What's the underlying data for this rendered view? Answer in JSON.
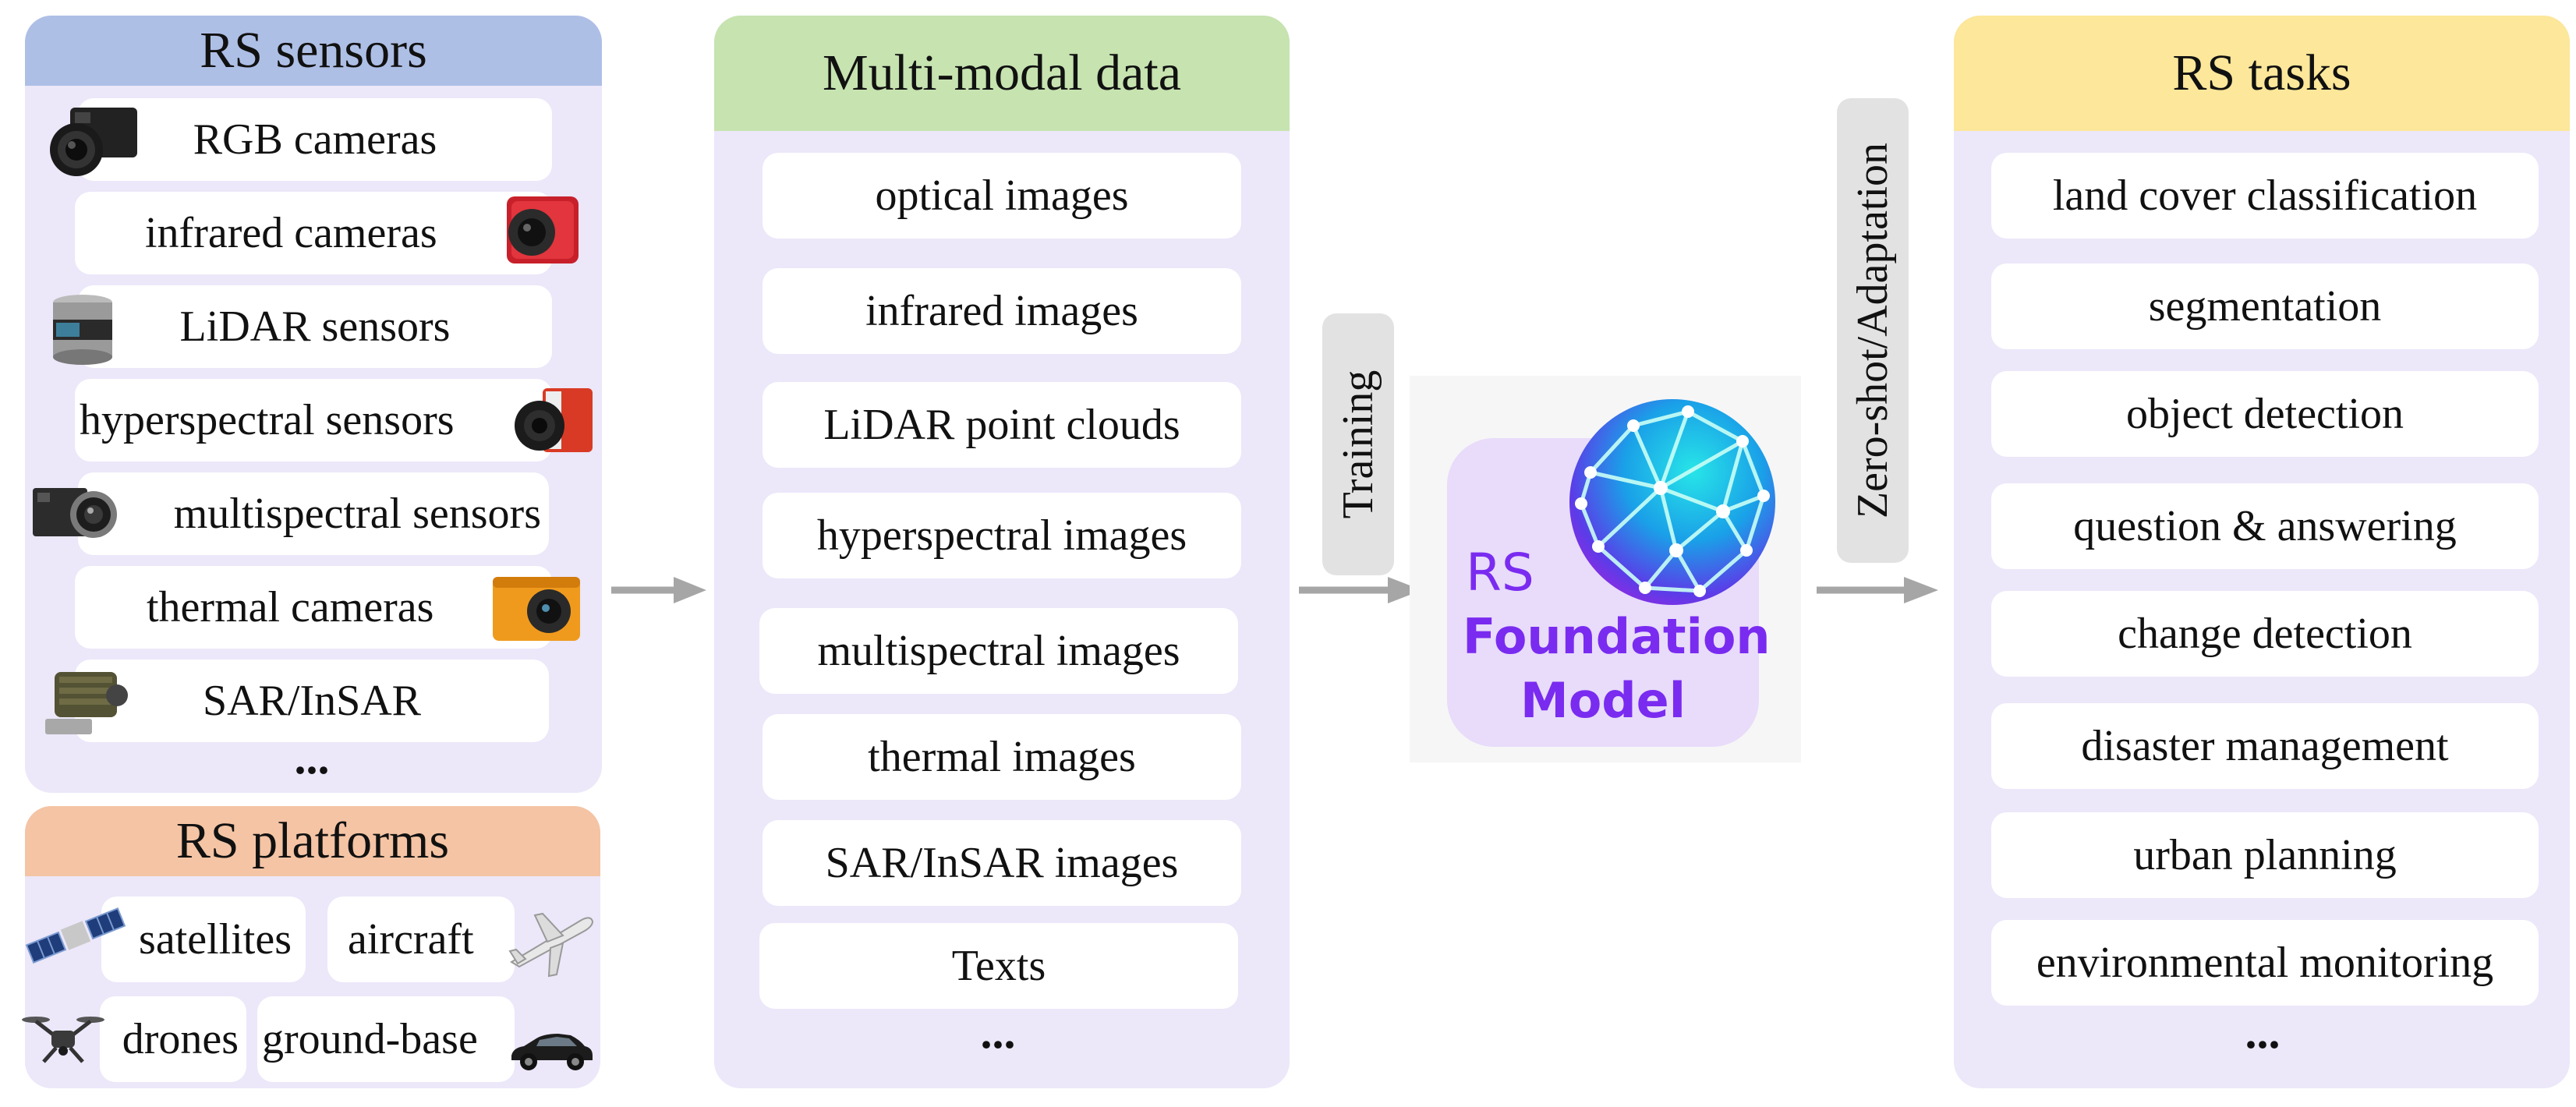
{
  "sensors": {
    "title": "RS sensors",
    "items": [
      {
        "label": "RGB cameras",
        "icon": "rgb-camera-icon"
      },
      {
        "label": "infrared cameras",
        "icon": "infrared-camera-icon"
      },
      {
        "label": "LiDAR sensors",
        "icon": "lidar-sensor-icon"
      },
      {
        "label": "hyperspectral sensors",
        "icon": "hyperspectral-sensor-icon"
      },
      {
        "label": "multispectral sensors",
        "icon": "multispectral-sensor-icon"
      },
      {
        "label": "thermal cameras",
        "icon": "thermal-camera-icon"
      },
      {
        "label": "SAR/InSAR",
        "icon": "sar-sensor-icon"
      }
    ],
    "more": "..."
  },
  "platforms": {
    "title": "RS platforms",
    "items": [
      {
        "label": "satellites",
        "icon": "satellite-icon"
      },
      {
        "label": "aircraft",
        "icon": "airplane-icon"
      },
      {
        "label": "drones",
        "icon": "drone-icon"
      },
      {
        "label": "ground-base",
        "icon": "car-icon"
      }
    ]
  },
  "data": {
    "title": "Multi-modal data",
    "items": [
      "optical images",
      "infrared images",
      "LiDAR point clouds",
      "hyperspectral images",
      "multispectral images",
      "thermal images",
      "SAR/InSAR images",
      "Texts"
    ],
    "more": "..."
  },
  "training_label": "Training",
  "adaptation_label": "Zero-shot/Adaptation",
  "model": {
    "line1": "RS",
    "line2": "Foundation",
    "line3": "Model"
  },
  "tasks": {
    "title": "RS tasks",
    "items": [
      "land cover classification",
      "segmentation",
      "object detection",
      "question & answering",
      "change detection",
      "disaster management",
      "urban planning",
      "environmental monitoring"
    ],
    "more": "..."
  },
  "colors": {
    "panel": "#ece7f9",
    "sensors_head": "#aebfe6",
    "platforms_head": "#f4c4a4",
    "data_head": "#c6e3b0",
    "tasks_head": "#fce79a",
    "arrow": "#a6a6a6",
    "model_purple": "#7a2bf0"
  }
}
